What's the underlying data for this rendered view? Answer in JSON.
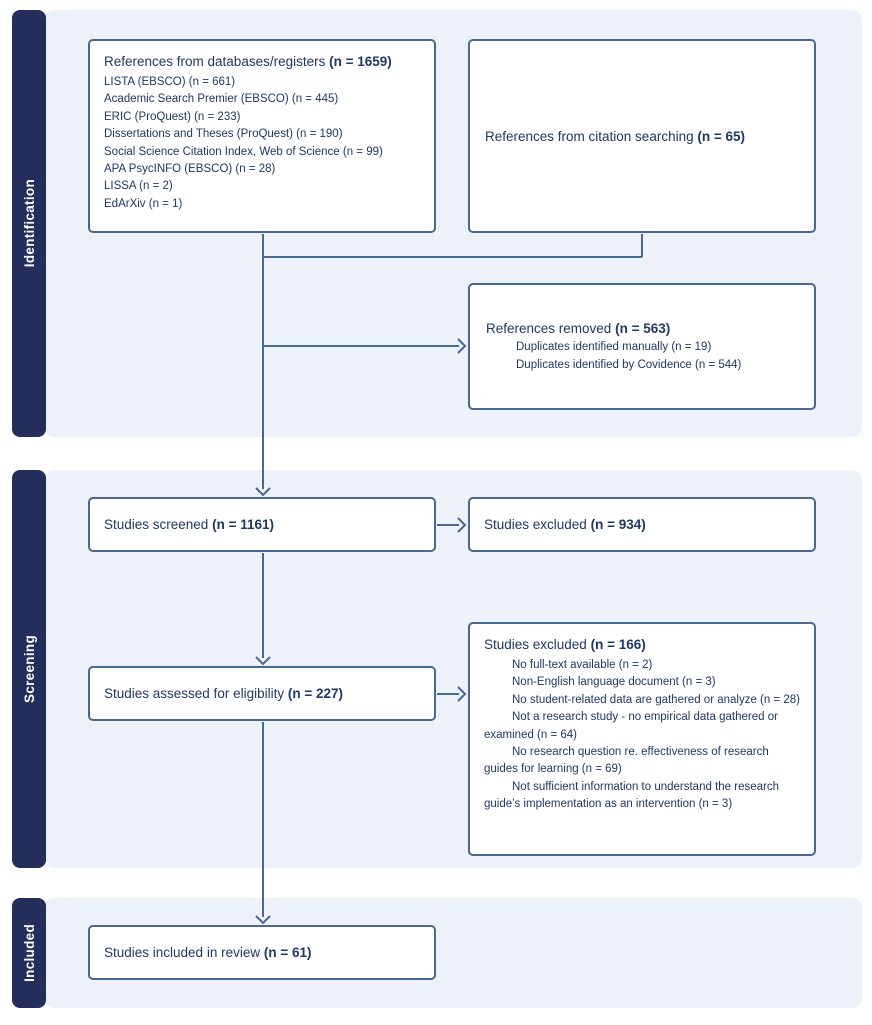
{
  "sections": [
    {
      "label": "Identification"
    },
    {
      "label": "Screening"
    },
    {
      "label": "Included"
    }
  ],
  "boxes": {
    "databases": {
      "title": "References from databases/registers",
      "n": "(n = 1659)",
      "items": [
        "LISTA (EBSCO) (n = 661)",
        "Academic Search Premier (EBSCO) (n = 445)",
        "ERIC (ProQuest) (n = 233)",
        "Dissertations and Theses (ProQuest) (n = 190)",
        "Social Science Citation Index, Web of Science (n = 99)",
        "APA PsycINFO (EBSCO) (n = 28)",
        "LISSA (n = 2)",
        "EdArXiv (n = 1)"
      ]
    },
    "citation": {
      "title": "References from citation searching",
      "n": "(n = 65)"
    },
    "removed": {
      "title": "References removed",
      "n": "(n = 563)",
      "items": [
        "Duplicates identified manually (n = 19)",
        "Duplicates identified by Covidence (n = 544)"
      ]
    },
    "screened": {
      "title": "Studies screened",
      "n": "(n = 1161)"
    },
    "excluded_screening": {
      "title": "Studies excluded",
      "n": "(n = 934)"
    },
    "assessed": {
      "title": "Studies assessed for eligibility",
      "n": "(n = 227)"
    },
    "excluded_eligibility": {
      "title": "Studies excluded",
      "n": "(n = 166)",
      "items": [
        "No full-text available (n = 2)",
        "Non-English language document (n = 3)",
        "No student-related data are gathered or analyze (n = 28)",
        "Not a research study - no empirical data gathered or examined (n = 64)",
        "No research question re. effectiveness of research guides for learning (n = 69)",
        "Not sufficient information to understand the research guide’s implementation as an intervention (n = 3)"
      ]
    },
    "included": {
      "title": "Studies included in review",
      "n": "(n = 61)"
    }
  },
  "colors": {
    "sidebar_navy": "#242E5C",
    "panel_light_blue": "#EDF1FA",
    "box_border_blue": "#486890",
    "text_dark_blue": "#1F3864",
    "box_fill": "#FFFFFF"
  }
}
